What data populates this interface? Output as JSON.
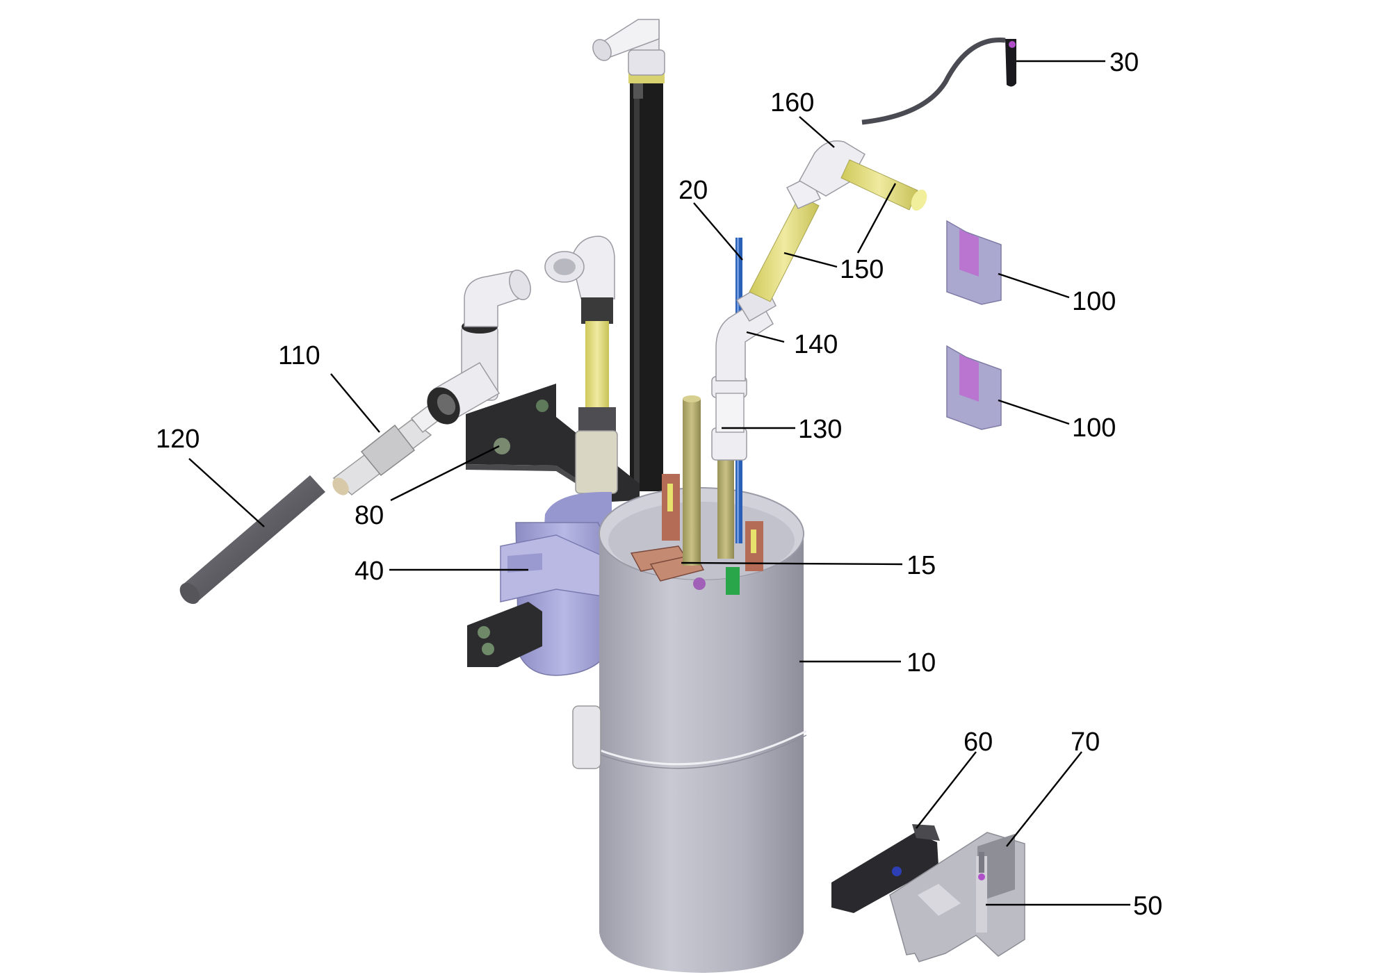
{
  "callouts": [
    {
      "id": "10",
      "label": "10"
    },
    {
      "id": "15",
      "label": "15"
    },
    {
      "id": "20",
      "label": "20"
    },
    {
      "id": "30",
      "label": "30"
    },
    {
      "id": "40",
      "label": "40"
    },
    {
      "id": "50",
      "label": "50"
    },
    {
      "id": "60",
      "label": "60"
    },
    {
      "id": "70",
      "label": "70"
    },
    {
      "id": "80",
      "label": "80"
    },
    {
      "id": "100a",
      "label": "100"
    },
    {
      "id": "100b",
      "label": "100"
    },
    {
      "id": "110",
      "label": "110"
    },
    {
      "id": "120",
      "label": "120"
    },
    {
      "id": "130",
      "label": "130"
    },
    {
      "id": "140",
      "label": "140"
    },
    {
      "id": "150",
      "label": "150"
    },
    {
      "id": "160",
      "label": "160"
    }
  ],
  "colors": {
    "tank": "#b4b4c2",
    "pump": "#a7a7d8",
    "black_hose": "#1c1c1c",
    "yellow_tube": "#e3df82",
    "fitting": "#e6e6ea",
    "blue_wire": "#2a5fb8",
    "grey_rod": "#6a6a6e",
    "terminal": "#c27c62",
    "clip": "#aaa8cf",
    "clip_magenta": "#c44ad0"
  }
}
